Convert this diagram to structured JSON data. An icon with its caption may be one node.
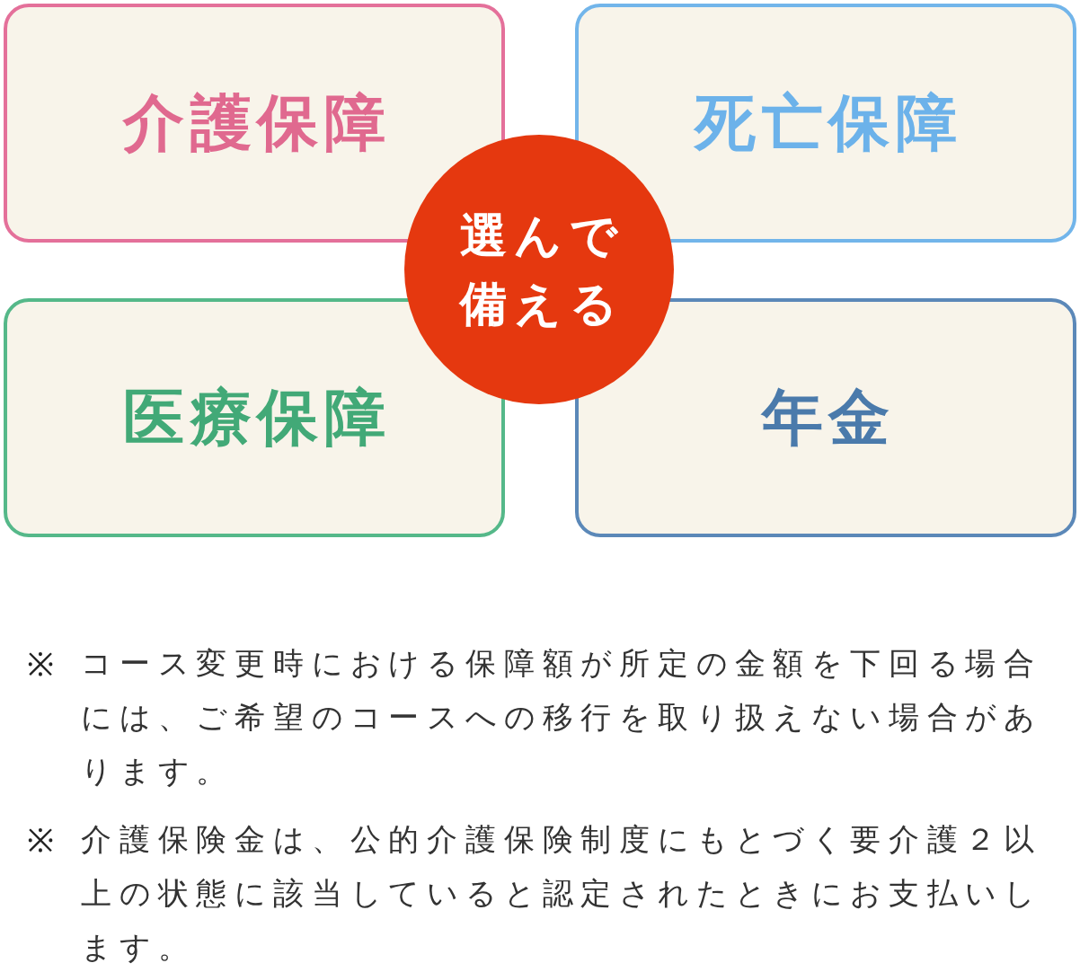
{
  "diagram": {
    "nodes": [
      {
        "text": [
          "介護保障"
        ]
      },
      {
        "text": [
          "死亡保障"
        ]
      },
      {
        "text": [
          "医療保障"
        ]
      },
      {
        "text": [
          "年金"
        ]
      },
      {
        "text": [
          "選んで備える"
        ]
      }
    ],
    "labels": [
      "※",
      "コース変更時における保障額が所定の金額を下回る場合には、ご希望のコースへの移行を取り扱えない場合があります。",
      "※",
      "介護保険金は、公的介護保険制度にもとづく要介護２以上の状態に該当していると認定されたときにお支払いします。"
    ]
  }
}
